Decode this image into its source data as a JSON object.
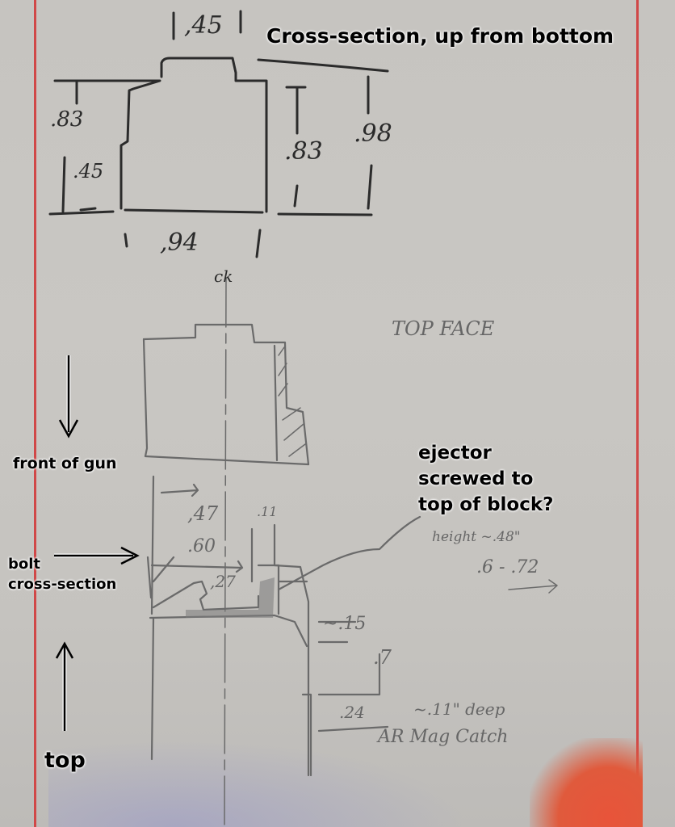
{
  "title": "Cross-section, up from bottom",
  "colors": {
    "paper": "#c8c6c2",
    "margin_line": "#d04848",
    "ink": "#2b2b2b",
    "pencil": "#6a6a6a",
    "orange_stain": "#e05a3c"
  },
  "overlay_labels": {
    "front_of_gun": "front of gun",
    "bolt_line1": "bolt",
    "bolt_line2": "cross-section",
    "ejector_line1": "ejector",
    "ejector_line2": "screwed to",
    "ejector_line3": "top of block?",
    "top": "top"
  },
  "cross_section": {
    "top_width": ",45",
    "left_outer_height": ".83",
    "left_inner_height": ".45",
    "bottom_width": ",94",
    "right_inner_height": ".83",
    "right_outer_height": ".98",
    "centerline_label": "ck"
  },
  "top_face": {
    "label": "TOP FACE",
    "dim_047": ",47",
    "dim_060": ".60",
    "dim_011": ".11",
    "dim_027": ",27",
    "ejector_height": "height ~.48\"",
    "range": ".6 - .72",
    "dim_015": "~.15",
    "dim_07": ".7",
    "dim_024": ".24",
    "depth_note": "~.11\" deep",
    "mag_catch": "AR Mag Catch"
  }
}
